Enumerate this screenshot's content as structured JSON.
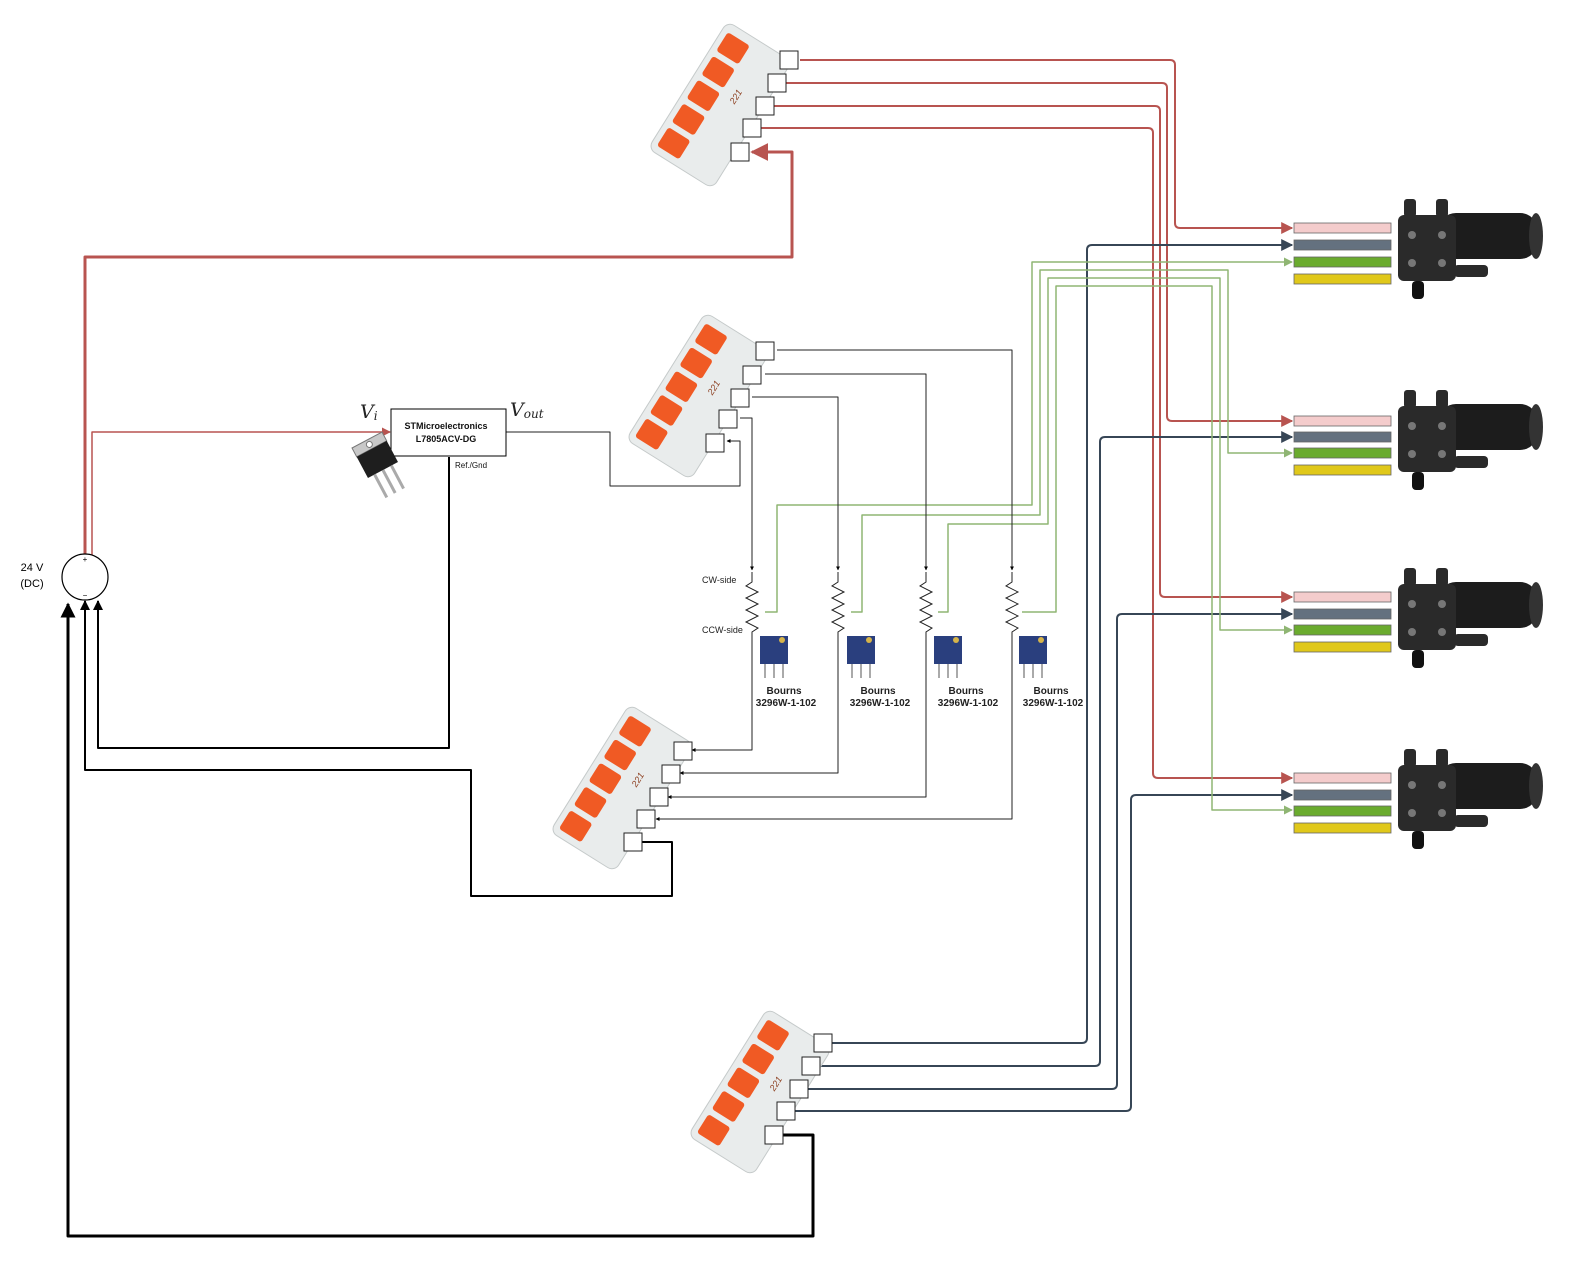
{
  "colors": {
    "red": "#b85450",
    "dark": "#374656",
    "green": "#8fb573",
    "black": "#000000",
    "wago_orange": "#f05a24",
    "pot_blue": "#2a3f7e",
    "wire_pink": "#f4cccc",
    "wire_grey": "#64717f",
    "wire_green": "#6aab2e",
    "wire_yellow": "#e0c81a",
    "pump_black": "#1c1c1c"
  },
  "icons": {
    "power_source": "dc-source-icon",
    "connector": "wago-221-connector-icon",
    "regulator": "to-220-regulator-icon",
    "potentiometer": "trimmer-potentiometer-icon",
    "pump": "dc-pump-motor-icon"
  },
  "power_source": {
    "line1": "24 V",
    "line2": "(DC)",
    "plus": "+",
    "minus": "−"
  },
  "regulator": {
    "name": "STMicroelectronics",
    "part": "L7805ACV-DG",
    "vin": "V",
    "vin_sub": "i",
    "vout": "V",
    "vout_sub": "out",
    "gnd": "Ref./Gnd"
  },
  "wiper_labels": {
    "cw": "CW-side",
    "ccw": "CCW-side"
  },
  "pots": [
    {
      "brand": "Bourns",
      "part": "3296W-1-102"
    },
    {
      "brand": "Bourns",
      "part": "3296W-1-102"
    },
    {
      "brand": "Bourns",
      "part": "3296W-1-102"
    },
    {
      "brand": "Bourns",
      "part": "3296W-1-102"
    }
  ],
  "connector_marking": "221"
}
